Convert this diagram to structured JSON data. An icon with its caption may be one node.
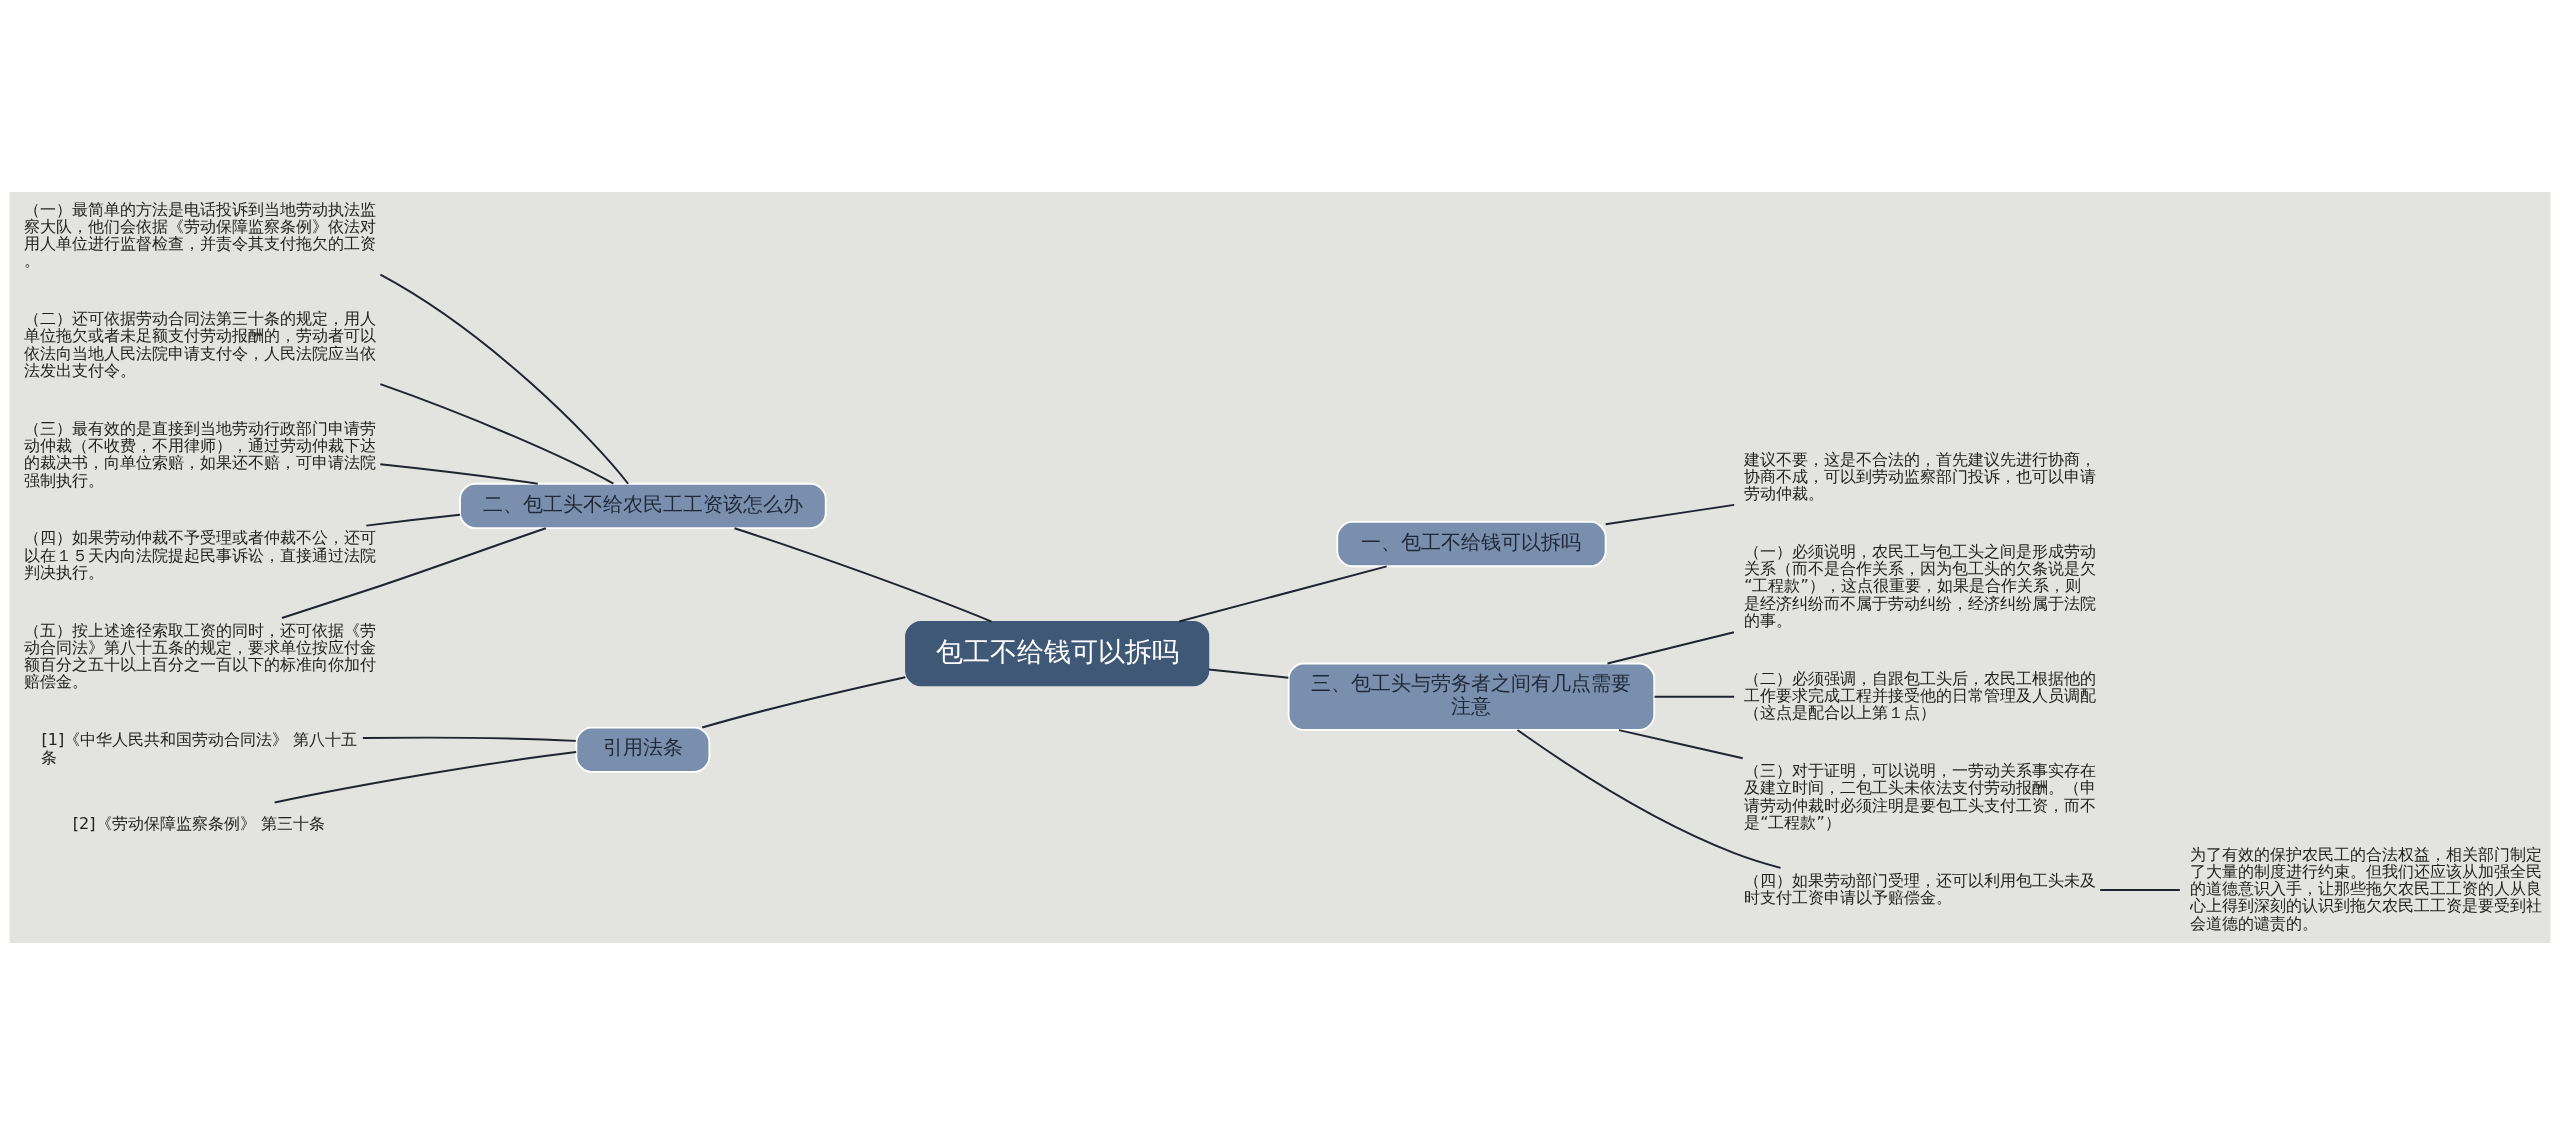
{
  "diagram": {
    "nodes": [
      {
        "text": [
          "包工不给钱可以拆吗"
        ]
      },
      {
        "text": [
          "一、包工不给钱可以拆吗"
        ]
      },
      {
        "text": [
          "建议不要，这是不合法的，首先建议先进行协商，协商不成，可以到劳动监察部门投诉，也可以申请劳动仲裁。"
        ]
      },
      {
        "text": [
          "三、包工头与劳务者之间有几点需要注意"
        ]
      },
      {
        "text": [
          "（一）必须说明，农民工与包工头之间是形成劳动关系（而不是合作关系，因为包工头的欠条说是欠“工程款”），这点很重要，如果是合作关系，则是经济纠纷而不属于劳动纠纷，经济纠纷属于法院的事。"
        ]
      },
      {
        "text": [
          "（二）必须强调，自跟包工头后，农民工根据他的工作要求完成工程并接受他的日常管理及人员调配（这点是配合以上第１点）"
        ]
      },
      {
        "text": [
          "（三）对于证明，可以说明，一劳动关系事实存在及建立时间，二包工头未依法支付劳动报酬。（申请劳动仲裁时必须注明是要包工头支付工资，而不是“工程款”）"
        ]
      },
      {
        "text": [
          "（四）如果劳动部门受理，还可以利用包工头未及时支付工资申请以予赔偿金。"
        ]
      },
      {
        "text": [
          "为了有效的保护农民工的合法权益，相关部门制定了大量的制度进行约束。但我们还应该从加强全民的道德意识入手，让那些拖欠农民工工资的人从良心上得到深刻的认识到拖欠农民工工资是要受到社会道德的谴责的。"
        ]
      },
      {
        "text": [
          "二、包工头不给农民工工资该怎么办"
        ]
      },
      {
        "text": [
          "（一）最简单的方法是电话投诉到当地劳动执法监察大队，他们会依据《劳动保障监察条例》依法对用人单位进行监督检查，并责令其支付拖欠的工资。"
        ]
      },
      {
        "text": [
          "（二）还可依据劳动合同法第三十条的规定，用人单位拖欠或者未足额支付劳动报酬的，劳动者可以依法向当地人民法院申请支付令，人民法院应当依法发出支付令。"
        ]
      },
      {
        "text": [
          "（三）最有效的是直接到当地劳动行政部门申请劳动仲裁（不收费，不用律师），通过劳动仲裁下达的裁决书，向单位索赔，如果还不赔，可申请法院强制执行。"
        ]
      },
      {
        "text": [
          "（四）如果劳动仲裁不予受理或者仲裁不公，还可以在１５天内向法院提起民事诉讼，直接通过法院判决执行。"
        ]
      },
      {
        "text": [
          "（五）按上述途径索取工资的同时，还可依据《劳动合同法》第八十五条的规定，要求单位按应付金额百分之五十以上百分之一百以下的标准向你加付赔偿金。"
        ]
      },
      {
        "text": [
          "引用法条"
        ]
      },
      {
        "text": [
          "[1]《中华人民共和国劳动合同法》 第八十五条"
        ]
      },
      {
        "text": [
          "[2]《劳动保障监察条例》 第三十条"
        ]
      }
    ],
    "edges": [
      {
        "from": 0,
        "to": 1,
        "arrow": "none"
      },
      {
        "from": 1,
        "to": 2,
        "arrow": "none"
      },
      {
        "from": 0,
        "to": 3,
        "arrow": "none"
      },
      {
        "from": 3,
        "to": 4,
        "arrow": "none"
      },
      {
        "from": 3,
        "to": 5,
        "arrow": "none"
      },
      {
        "from": 3,
        "to": 6,
        "arrow": "none"
      },
      {
        "from": 3,
        "to": 7,
        "arrow": "none"
      },
      {
        "from": 7,
        "to": 8,
        "arrow": "none"
      },
      {
        "from": 0,
        "to": 9,
        "arrow": "none"
      },
      {
        "from": 9,
        "to": 10,
        "arrow": "none"
      },
      {
        "from": 9,
        "to": 11,
        "arrow": "none"
      },
      {
        "from": 9,
        "to": 12,
        "arrow": "none"
      },
      {
        "from": 9,
        "to": 13,
        "arrow": "none"
      },
      {
        "from": 9,
        "to": 14,
        "arrow": "none"
      },
      {
        "from": 0,
        "to": 15,
        "arrow": "none"
      },
      {
        "from": 15,
        "to": 16,
        "arrow": "none"
      },
      {
        "from": 15,
        "to": 17,
        "arrow": "none"
      }
    ]
  }
}
